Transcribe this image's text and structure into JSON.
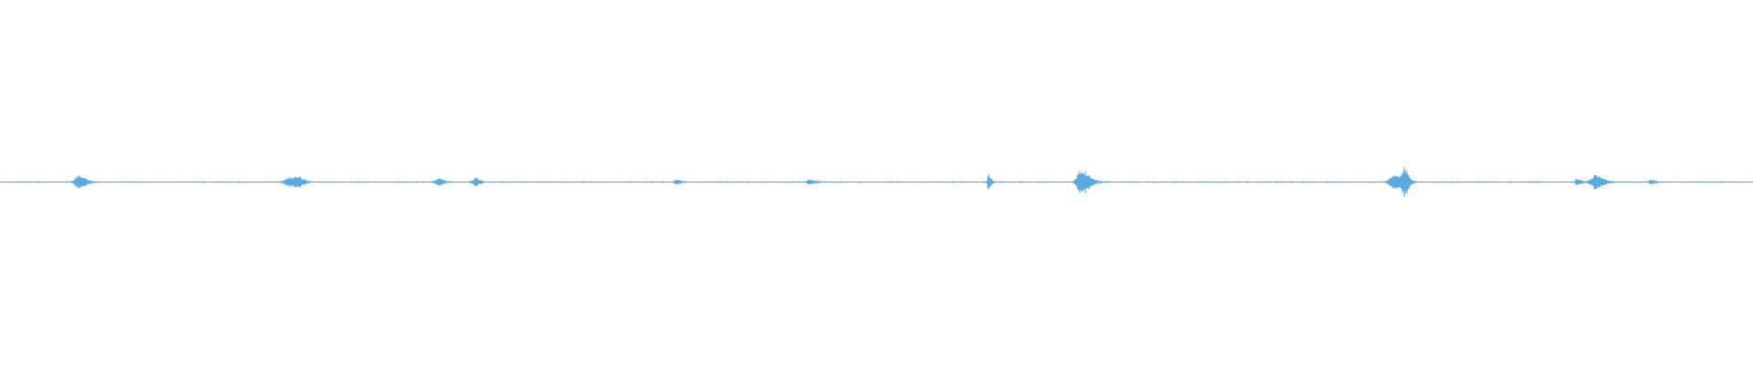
{
  "waveform": {
    "color": "#5aaae0",
    "background": "#ffffff",
    "baseline_amplitude": 0.01,
    "bursts": [
      {
        "position": 0.045,
        "amplitude": 0.12,
        "spread": 0.0035
      },
      {
        "position": 0.165,
        "amplitude": 0.08,
        "spread": 0.004
      },
      {
        "position": 0.17,
        "amplitude": 0.06,
        "spread": 0.003
      },
      {
        "position": 0.25,
        "amplitude": 0.05,
        "spread": 0.003
      },
      {
        "position": 0.271,
        "amplitude": 0.06,
        "spread": 0.0025
      },
      {
        "position": 0.386,
        "amplitude": 0.04,
        "spread": 0.002
      },
      {
        "position": 0.462,
        "amplitude": 0.03,
        "spread": 0.003
      },
      {
        "position": 0.564,
        "amplitude": 0.14,
        "spread": 0.0012
      },
      {
        "position": 0.616,
        "amplitude": 0.18,
        "spread": 0.003
      },
      {
        "position": 0.62,
        "amplitude": 0.08,
        "spread": 0.004
      },
      {
        "position": 0.795,
        "amplitude": 0.1,
        "spread": 0.004
      },
      {
        "position": 0.801,
        "amplitude": 0.22,
        "spread": 0.0025
      },
      {
        "position": 0.9,
        "amplitude": 0.05,
        "spread": 0.002
      },
      {
        "position": 0.91,
        "amplitude": 0.11,
        "spread": 0.004
      },
      {
        "position": 0.942,
        "amplitude": 0.03,
        "spread": 0.002
      }
    ]
  }
}
